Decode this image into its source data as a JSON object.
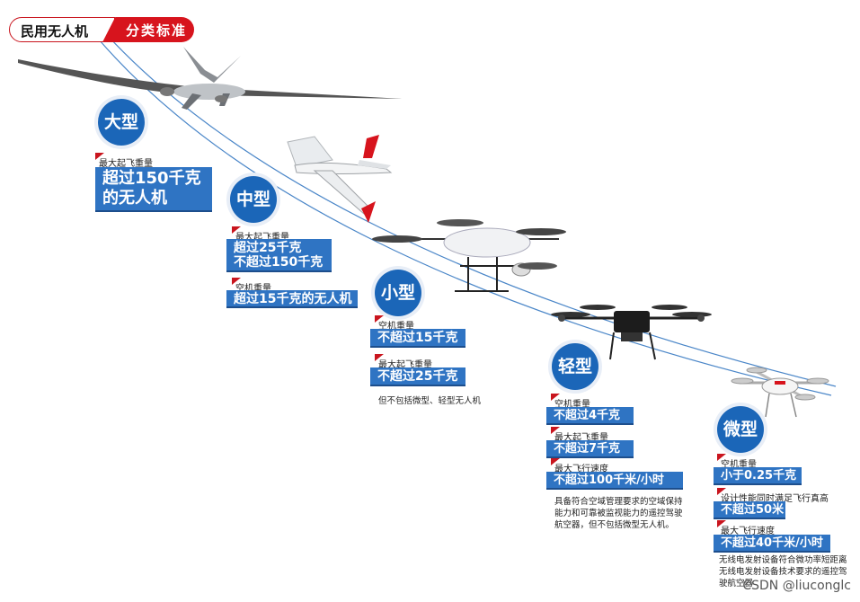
{
  "header": {
    "left": "民用无人机",
    "right": "分类标准"
  },
  "categories": {
    "large": {
      "name": "大型",
      "label1": "最大起飞重量",
      "value1": "超过150千克\n的无人机"
    },
    "medium": {
      "name": "中型",
      "label1": "最大起飞重量",
      "value1": "超过25千克\n不超过150千克",
      "label2": "空机重量",
      "value2": "超过15千克的无人机"
    },
    "small": {
      "name": "小型",
      "label1": "空机重量",
      "value1": "不超过15千克",
      "label2": "最大起飞重量",
      "value2": "不超过25千克",
      "note": "但不包括微型、轻型无人机"
    },
    "light": {
      "name": "轻型",
      "label1": "空机重量",
      "value1": "不超过4千克",
      "label2": "最大起飞重量",
      "value2": "不超过7千克",
      "label3": "最大飞行速度",
      "value3": "不超过100千米/小时",
      "note": "具备符合空域管理要求的空域保持\n能力和可靠被监视能力的遥控驾驶\n航空器，但不包括微型无人机。"
    },
    "micro": {
      "name": "微型",
      "label1": "空机重量",
      "value1": "小于0.25千克",
      "label2": "设计性能同时满足飞行真高",
      "value2": "不超过50米",
      "label3": "最大飞行速度",
      "value3": "不超过40千米/小时",
      "note": "无线电发射设备符合微功率短距离\n无线电发射设备技术要求的遥控驾\n驶航空器"
    }
  },
  "watermark": "CSDN @liuconglc",
  "colors": {
    "brand_red": "#d7141d",
    "circle_blue": "#1b66b8",
    "box_blue": "#2f74c3"
  }
}
